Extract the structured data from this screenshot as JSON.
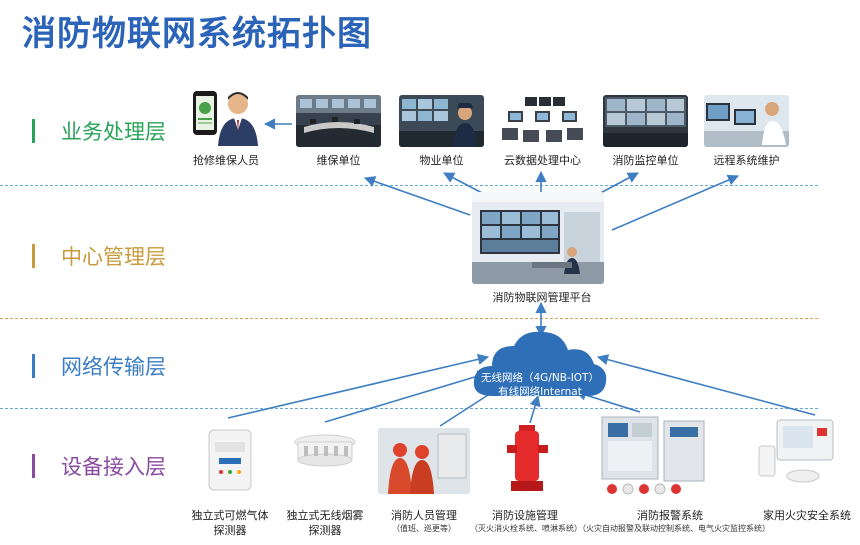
{
  "title": "消防物联网系统拓扑图",
  "layers": [
    {
      "name": "业务处理层",
      "color": "#2aa35a"
    },
    {
      "name": "中心管理层",
      "color": "#c89b3c"
    },
    {
      "name": "网络传输层",
      "color": "#3b7dc4"
    },
    {
      "name": "设备接入层",
      "color": "#8a4aa0"
    }
  ],
  "business_units": [
    "抢修维保人员",
    "维保单位",
    "物业单位",
    "云数据处理中心",
    "消防监控单位",
    "远程系统维护"
  ],
  "platform": {
    "label": "消防物联网管理平台"
  },
  "network": {
    "line1": "无线网络（4G/NB-IOT）",
    "line2": "有线网络Internat"
  },
  "devices": [
    {
      "label1": "独立式可燃气体",
      "label2": "探测器",
      "sub": ""
    },
    {
      "label1": "独立式无线烟雾",
      "label2": "探测器",
      "sub": ""
    },
    {
      "label1": "消防人员管理",
      "label2": "",
      "sub": "（值班、巡更等）"
    },
    {
      "label1": "消防设施管理",
      "label2": "",
      "sub": "（灭火消火栓系统、喷淋系统）"
    },
    {
      "label1": "消防报警系统",
      "label2": "",
      "sub": "（火灾自动报警及联动控制系统、电气火灾监控系统）"
    },
    {
      "label1": "家用火灾安全系统",
      "label2": "",
      "sub": ""
    }
  ],
  "colors": {
    "title": "#2a63b8",
    "arrow": "#3f7fc1",
    "cloud": "#2f6fb7"
  }
}
